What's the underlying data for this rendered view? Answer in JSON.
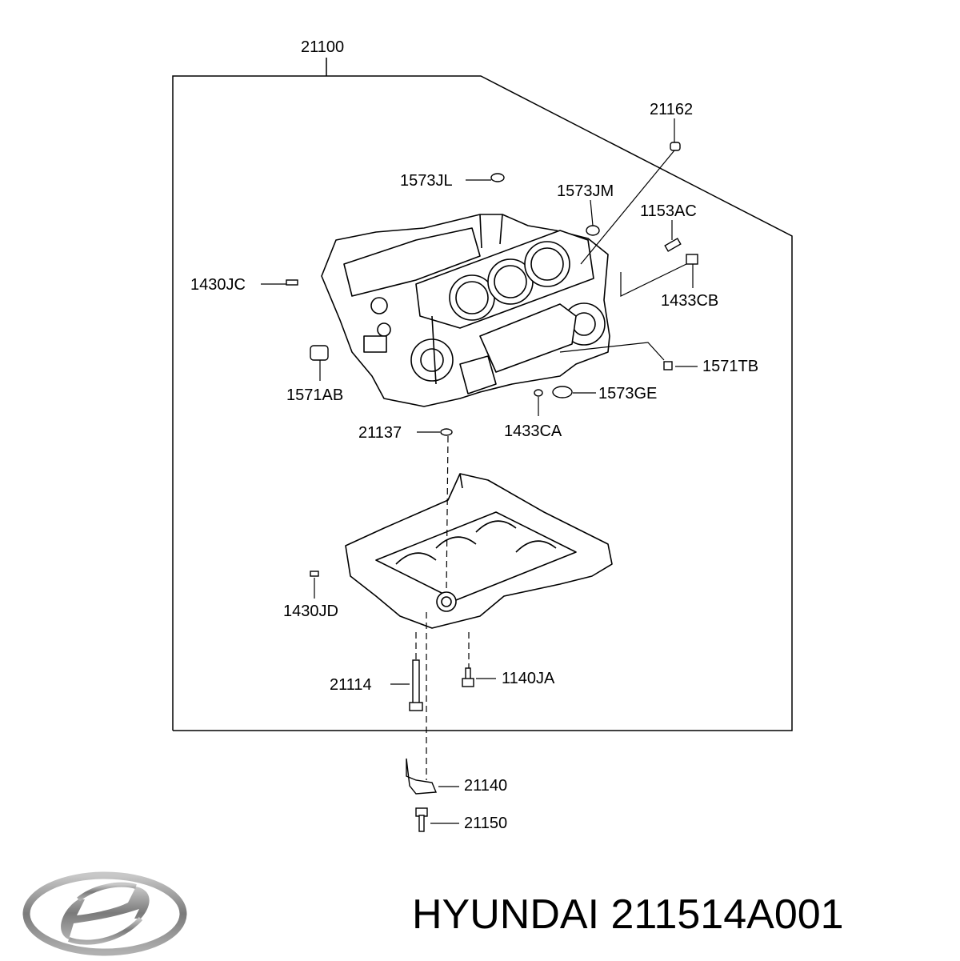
{
  "diagram": {
    "assembly_label": "21100",
    "callouts": {
      "c21162": "21162",
      "c1573JL": "1573JL",
      "c1573JM": "1573JM",
      "c1153AC": "1153AC",
      "c1430JC": "1430JC",
      "c1433CB": "1433CB",
      "c1571TB": "1571TB",
      "c1571AB": "1571AB",
      "c1573GE": "1573GE",
      "c21137": "21137",
      "c1433CA": "1433CA",
      "c1430JD": "1430JD",
      "c21114": "21114",
      "c1140JA": "1140JA",
      "c21140": "21140",
      "c21150": "21150"
    }
  },
  "footer": {
    "brand": "HYUNDAI",
    "part_number": "211514A001",
    "logo_icon": "hyundai-logo-icon"
  },
  "colors": {
    "line": "#000000",
    "background": "#ffffff",
    "logo_silver": "#8a8a8a"
  }
}
